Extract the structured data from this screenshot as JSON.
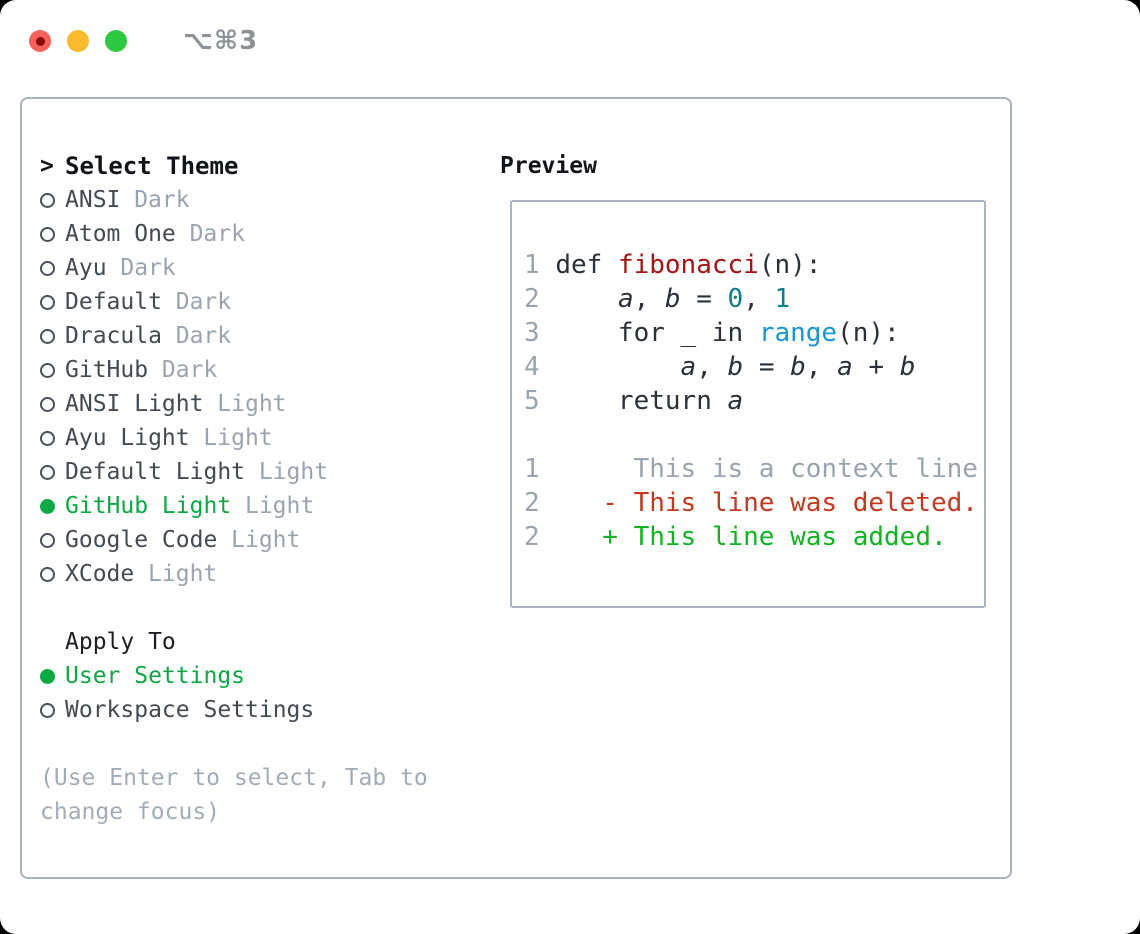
{
  "window": {
    "title": "⌥⌘3"
  },
  "theme_picker": {
    "heading_prefix": ">",
    "heading": "Select Theme",
    "items": [
      {
        "name": "ANSI",
        "variant": "Dark",
        "selected": false
      },
      {
        "name": "Atom One",
        "variant": "Dark",
        "selected": false
      },
      {
        "name": "Ayu",
        "variant": "Dark",
        "selected": false
      },
      {
        "name": "Default",
        "variant": "Dark",
        "selected": false
      },
      {
        "name": "Dracula",
        "variant": "Dark",
        "selected": false
      },
      {
        "name": "GitHub",
        "variant": "Dark",
        "selected": false
      },
      {
        "name": "ANSI Light",
        "variant": "Light",
        "selected": false
      },
      {
        "name": "Ayu Light",
        "variant": "Light",
        "selected": false
      },
      {
        "name": "Default Light",
        "variant": "Light",
        "selected": false
      },
      {
        "name": "GitHub Light",
        "variant": "Light",
        "selected": true
      },
      {
        "name": "Google Code",
        "variant": "Light",
        "selected": false
      },
      {
        "name": "XCode",
        "variant": "Light",
        "selected": false
      }
    ],
    "apply_to": {
      "heading": "Apply To",
      "options": [
        {
          "label": "User Settings",
          "selected": true
        },
        {
          "label": "Workspace Settings",
          "selected": false
        }
      ]
    },
    "hint": "(Use Enter to select, Tab to change focus)"
  },
  "preview": {
    "heading": "Preview",
    "lines": [
      {
        "num": "1",
        "tokens": [
          [
            "plain",
            "def "
          ],
          [
            "function",
            "fibonacci"
          ],
          [
            "plain",
            "(n):"
          ]
        ]
      },
      {
        "num": "2",
        "tokens": [
          [
            "plain",
            "    "
          ],
          [
            "variable",
            "a"
          ],
          [
            "plain",
            ", "
          ],
          [
            "variable",
            "b"
          ],
          [
            "plain",
            " = "
          ],
          [
            "number",
            "0"
          ],
          [
            "plain",
            ", "
          ],
          [
            "number",
            "1"
          ]
        ]
      },
      {
        "num": "3",
        "tokens": [
          [
            "plain",
            "    for _ in "
          ],
          [
            "builtin",
            "range"
          ],
          [
            "plain",
            "(n):"
          ]
        ]
      },
      {
        "num": "4",
        "tokens": [
          [
            "plain",
            "        "
          ],
          [
            "variable",
            "a"
          ],
          [
            "plain",
            ", "
          ],
          [
            "variable",
            "b"
          ],
          [
            "plain",
            " = "
          ],
          [
            "variable",
            "b"
          ],
          [
            "plain",
            ", "
          ],
          [
            "variable",
            "a"
          ],
          [
            "plain",
            " + "
          ],
          [
            "variable",
            "b"
          ]
        ]
      },
      {
        "num": "5",
        "tokens": [
          [
            "plain",
            "    return "
          ],
          [
            "variable",
            "a"
          ]
        ]
      },
      {
        "num": "",
        "tokens": []
      },
      {
        "num": "1",
        "tokens": [
          [
            "context",
            "     This is a context line."
          ]
        ]
      },
      {
        "num": "2",
        "tokens": [
          [
            "deleted",
            "   - This line was deleted."
          ]
        ]
      },
      {
        "num": "2",
        "tokens": [
          [
            "added",
            "   + This line was added."
          ]
        ]
      }
    ]
  },
  "colors": {
    "screen-bg": "#000000",
    "window-bg": "#ffffff",
    "border": "#a9b2bd",
    "muted": "#9aa4b0",
    "hint": "#a2acb8",
    "item-text": "#434a52",
    "heading": "#111418",
    "green": "#0ea844",
    "add-green": "#12b423",
    "del-red": "#c33a21",
    "func-red": "#a41414",
    "num-teal": "#0c7f8a",
    "builtin-blue": "#1897d3",
    "code-text": "#2b3138",
    "title-gray": "#8c9298",
    "traffic-red": "#f4605a",
    "traffic-red-dot": "#870d0a",
    "traffic-yellow": "#f9bb2d",
    "traffic-green": "#2bc840"
  }
}
